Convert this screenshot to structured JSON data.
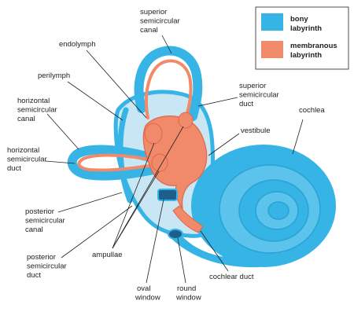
{
  "colors": {
    "bony": "#36b4e5",
    "bony_light": "#c9e6f4",
    "bony_interior": "#bfe2f2",
    "membranous": "#f08a6a",
    "membranous_dark": "#e0664a",
    "leader": "#222222"
  },
  "legend": {
    "bony_line1": "bony",
    "bony_line2": "labyrinth",
    "membranous_line1": "membranous",
    "membranous_line2": "labyrinth"
  },
  "labels": {
    "superior_canal": [
      "superior",
      "semicircular",
      "canal"
    ],
    "endolymph": [
      "endolymph"
    ],
    "perilymph": [
      "perilymph"
    ],
    "horizontal_canal": [
      "horizontal",
      "semicircular",
      "canal"
    ],
    "horizontal_duct": [
      "horizontal",
      "semicircular",
      "duct"
    ],
    "superior_duct": [
      "superior",
      "semicircular",
      "duct"
    ],
    "vestibule": [
      "vestibule"
    ],
    "cochlea": [
      "cochlea"
    ],
    "posterior_canal": [
      "posterior",
      "semicircular",
      "canal"
    ],
    "ampullae": [
      "ampullae"
    ],
    "posterior_duct": [
      "posterior",
      "semicircular",
      "duct"
    ],
    "oval_window": [
      "oval",
      "window"
    ],
    "round_window": [
      "round",
      "window"
    ],
    "cochlear_duct": [
      "cochlear duct"
    ]
  }
}
